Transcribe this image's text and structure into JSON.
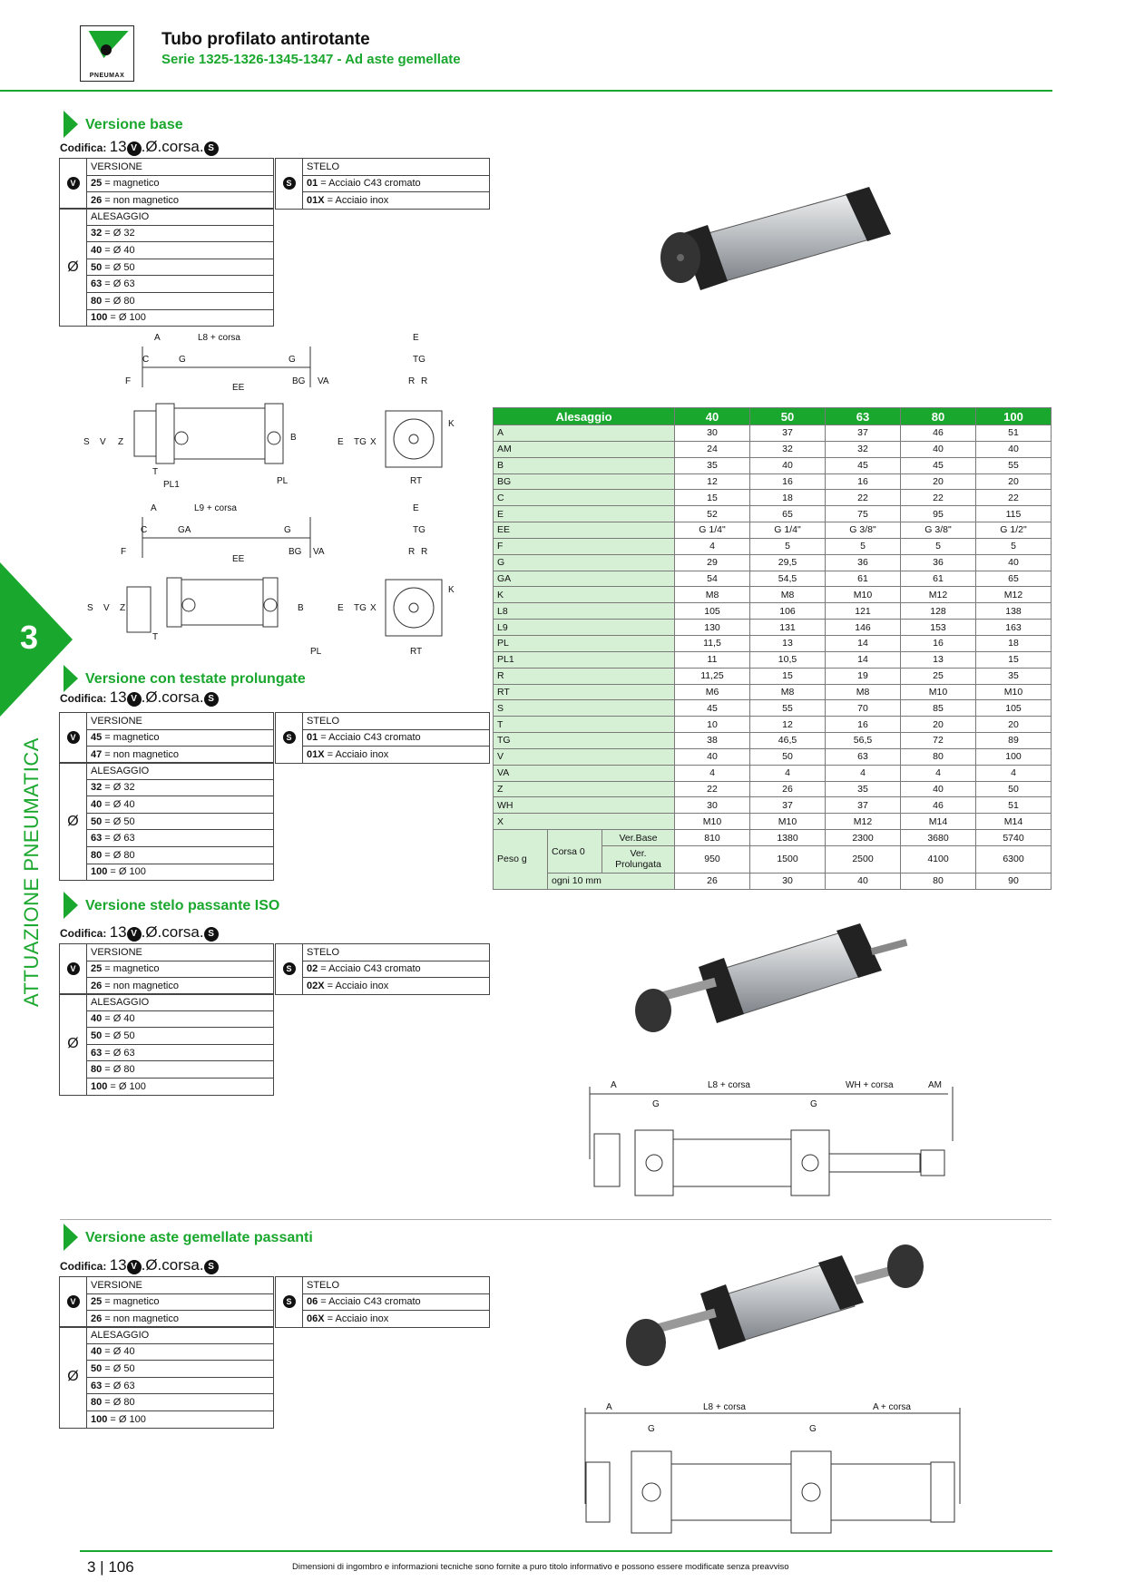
{
  "header": {
    "brand": "PNEUMAX",
    "title": "Tubo profilato antirotante",
    "subtitle": "Serie 1325-1326-1345-1347 - Ad aste gemellate"
  },
  "side": {
    "number": "3",
    "label": "ATTUAZIONE PNEUMATICA"
  },
  "common": {
    "codifica_label": "Codifica:",
    "code_prefix": "13",
    "code_mid": ".Ø.corsa.",
    "v_symbol": "V",
    "s_symbol": "S",
    "o_symbol": "Ø",
    "versione_head": "VERSIONE",
    "stelo_head": "STELO",
    "alesaggio_head": "ALESAGGIO"
  },
  "sections": [
    {
      "title": "Versione base",
      "versione": [
        {
          "code": "25",
          "text": " = magnetico"
        },
        {
          "code": "26",
          "text": " = non magnetico"
        }
      ],
      "stelo": [
        {
          "code": "01",
          "text": " = Acciaio C43 cromato"
        },
        {
          "code": "01X",
          "text": " = Acciaio inox"
        }
      ],
      "alesaggio": [
        {
          "code": "32",
          "text": " = Ø 32"
        },
        {
          "code": "40",
          "text": " = Ø 40"
        },
        {
          "code": "50",
          "text": " = Ø 50"
        },
        {
          "code": "63",
          "text": " = Ø 63"
        },
        {
          "code": "80",
          "text": " = Ø 80"
        },
        {
          "code": "100",
          "text": " = Ø 100"
        }
      ]
    },
    {
      "title": "Versione con testate prolungate",
      "versione": [
        {
          "code": "45",
          "text": " = magnetico"
        },
        {
          "code": "47",
          "text": " = non magnetico"
        }
      ],
      "stelo": [
        {
          "code": "01",
          "text": " = Acciaio C43 cromato"
        },
        {
          "code": "01X",
          "text": " = Acciaio inox"
        }
      ],
      "alesaggio": [
        {
          "code": "32",
          "text": " = Ø 32"
        },
        {
          "code": "40",
          "text": " = Ø 40"
        },
        {
          "code": "50",
          "text": " = Ø 50"
        },
        {
          "code": "63",
          "text": " = Ø 63"
        },
        {
          "code": "80",
          "text": " = Ø 80"
        },
        {
          "code": "100",
          "text": " = Ø 100"
        }
      ]
    },
    {
      "title": "Versione stelo passante ISO",
      "versione": [
        {
          "code": "25",
          "text": " = magnetico"
        },
        {
          "code": "26",
          "text": " = non magnetico"
        }
      ],
      "stelo": [
        {
          "code": "02",
          "text": " = Acciaio C43 cromato"
        },
        {
          "code": "02X",
          "text": " = Acciaio inox"
        }
      ],
      "alesaggio": [
        {
          "code": "40",
          "text": " = Ø 40"
        },
        {
          "code": "50",
          "text": " = Ø 50"
        },
        {
          "code": "63",
          "text": " = Ø 63"
        },
        {
          "code": "80",
          "text": " = Ø 80"
        },
        {
          "code": "100",
          "text": " = Ø 100"
        }
      ]
    },
    {
      "title": "Versione aste gemellate passanti",
      "versione": [
        {
          "code": "25",
          "text": " = magnetico"
        },
        {
          "code": "26",
          "text": " = non magnetico"
        }
      ],
      "stelo": [
        {
          "code": "06",
          "text": " = Acciaio C43 cromato"
        },
        {
          "code": "06X",
          "text": " = Acciaio inox"
        }
      ],
      "alesaggio": [
        {
          "code": "40",
          "text": " = Ø 40"
        },
        {
          "code": "50",
          "text": " = Ø 50"
        },
        {
          "code": "63",
          "text": " = Ø 63"
        },
        {
          "code": "80",
          "text": " = Ø 80"
        },
        {
          "code": "100",
          "text": " = Ø 100"
        }
      ]
    }
  ],
  "drawing_labels": {
    "a": "A",
    "c": "C",
    "f": "F",
    "g": "G",
    "ga": "GA",
    "l8": "L8 + corsa",
    "l9": "L9 + corsa",
    "ee": "EE",
    "bg": "BG",
    "va": "VA",
    "s": "S",
    "v": "V",
    "z": "Z",
    "t": "T",
    "b": "B",
    "pl": "PL",
    "pl1": "PL1",
    "e": "E",
    "tg": "TG",
    "r": "R",
    "x": "X",
    "k": "K",
    "rt": "RT",
    "wh": "WH + corsa",
    "am": "AM",
    "acorsa": "A + corsa"
  },
  "dim_table": {
    "header": [
      "Alesaggio",
      "40",
      "50",
      "63",
      "80",
      "100"
    ],
    "rows": [
      [
        "A",
        "30",
        "37",
        "37",
        "46",
        "51"
      ],
      [
        "AM",
        "24",
        "32",
        "32",
        "40",
        "40"
      ],
      [
        "B",
        "35",
        "40",
        "45",
        "45",
        "55"
      ],
      [
        "BG",
        "12",
        "16",
        "16",
        "20",
        "20"
      ],
      [
        "C",
        "15",
        "18",
        "22",
        "22",
        "22"
      ],
      [
        "E",
        "52",
        "65",
        "75",
        "95",
        "115"
      ],
      [
        "EE",
        "G 1/4\"",
        "G 1/4\"",
        "G 3/8\"",
        "G 3/8\"",
        "G 1/2\""
      ],
      [
        "F",
        "4",
        "5",
        "5",
        "5",
        "5"
      ],
      [
        "G",
        "29",
        "29,5",
        "36",
        "36",
        "40"
      ],
      [
        "GA",
        "54",
        "54,5",
        "61",
        "61",
        "65"
      ],
      [
        "K",
        "M8",
        "M8",
        "M10",
        "M12",
        "M12"
      ],
      [
        "L8",
        "105",
        "106",
        "121",
        "128",
        "138"
      ],
      [
        "L9",
        "130",
        "131",
        "146",
        "153",
        "163"
      ],
      [
        "PL",
        "11,5",
        "13",
        "14",
        "16",
        "18"
      ],
      [
        "PL1",
        "11",
        "10,5",
        "14",
        "13",
        "15"
      ],
      [
        "R",
        "11,25",
        "15",
        "19",
        "25",
        "35"
      ],
      [
        "RT",
        "M6",
        "M8",
        "M8",
        "M10",
        "M10"
      ],
      [
        "S",
        "45",
        "55",
        "70",
        "85",
        "105"
      ],
      [
        "T",
        "10",
        "12",
        "16",
        "20",
        "20"
      ],
      [
        "TG",
        "38",
        "46,5",
        "56,5",
        "72",
        "89"
      ],
      [
        "V",
        "40",
        "50",
        "63",
        "80",
        "100"
      ],
      [
        "VA",
        "4",
        "4",
        "4",
        "4",
        "4"
      ],
      [
        "Z",
        "22",
        "26",
        "35",
        "40",
        "50"
      ],
      [
        "WH",
        "30",
        "37",
        "37",
        "46",
        "51"
      ],
      [
        "X",
        "M10",
        "M10",
        "M12",
        "M14",
        "M14"
      ]
    ],
    "peso": {
      "label": "Peso g",
      "corsa": "Corsa 0",
      "base_label": "Ver.Base",
      "base": [
        "810",
        "1380",
        "2300",
        "3680",
        "5740"
      ],
      "prol_label": "Ver. Prolungata",
      "prol": [
        "950",
        "1500",
        "2500",
        "4100",
        "6300"
      ],
      "ogni_label": "ogni 10 mm",
      "ogni": [
        "26",
        "30",
        "40",
        "80",
        "90"
      ]
    }
  },
  "footer": {
    "page": "3 | 106",
    "note": "Dimensioni di ingombro e informazioni tecniche sono fornite a puro titolo informativo e possono essere modificate senza preavviso"
  }
}
